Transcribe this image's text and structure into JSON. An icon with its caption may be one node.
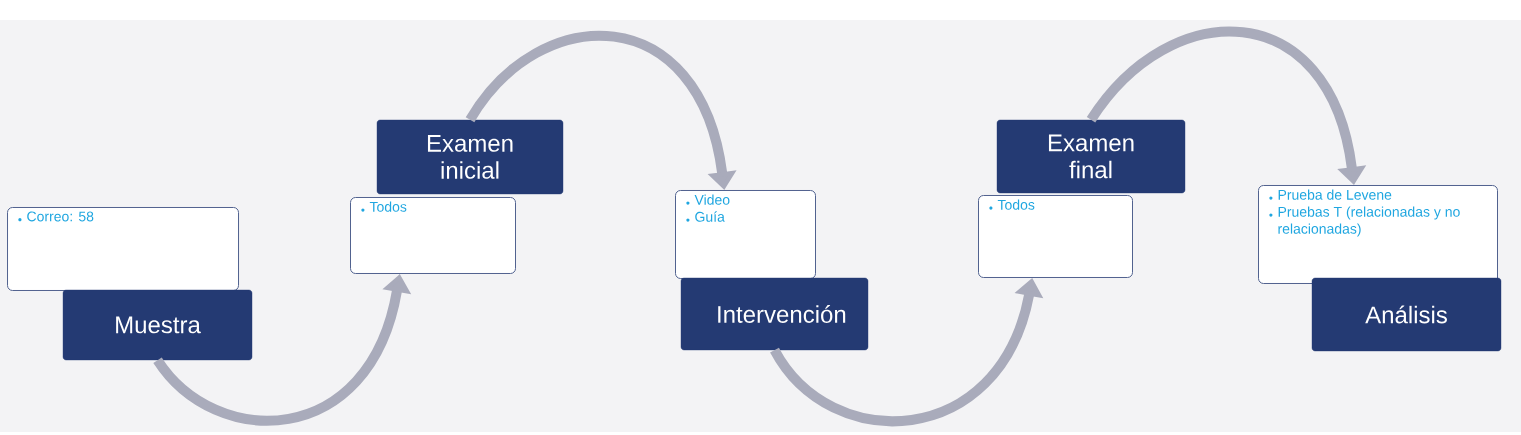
{
  "diagram": {
    "nodes": [
      {
        "text": [
          "Correo: 58"
        ]
      },
      {
        "text": [
          "Muestra"
        ]
      },
      {
        "text": [
          "Examen inicial"
        ]
      },
      {
        "text": [
          "Todos"
        ]
      },
      {
        "text": [
          "Video",
          "Guía"
        ]
      },
      {
        "text": [
          "Intervención"
        ]
      },
      {
        "text": [
          "Examen final"
        ]
      },
      {
        "text": [
          "Todos"
        ]
      },
      {
        "text": [
          "Prueba de Levene",
          "Pruebas T (relacionadas y no relacionadas)"
        ]
      },
      {
        "text": [
          "Análisis"
        ]
      }
    ],
    "edges": [
      {
        "from": 1,
        "to": 3,
        "arrow": "to"
      },
      {
        "from": 2,
        "to": 4,
        "arrow": "to"
      },
      {
        "from": 5,
        "to": 7,
        "arrow": "to"
      },
      {
        "from": 6,
        "to": 8,
        "arrow": "to"
      }
    ]
  }
}
